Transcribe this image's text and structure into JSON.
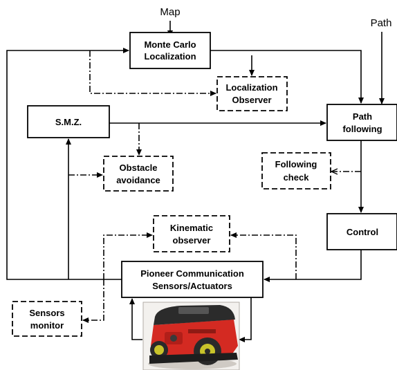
{
  "inputs": {
    "map": "Map",
    "path": "Path"
  },
  "blocks": {
    "monte_carlo": [
      "Monte Carlo",
      "Localization"
    ],
    "localization_observer": [
      "Localization",
      "Observer"
    ],
    "smz": [
      "S.M.Z."
    ],
    "path_following": [
      "Path",
      "following"
    ],
    "obstacle_avoidance": [
      "Obstacle",
      "avoidance"
    ],
    "following_check": [
      "Following",
      "check"
    ],
    "control": [
      "Control"
    ],
    "kinematic_observer": [
      "Kinematic",
      "observer"
    ],
    "pioneer": [
      "Pioneer Communication",
      "Sensors/Actuators"
    ],
    "sensors_monitor": [
      "Sensors",
      "monitor"
    ]
  },
  "colors": {
    "line": "#000000",
    "robot_body": "#d42a22",
    "robot_top": "#2b2b2b",
    "wheel": "#c9c42a"
  }
}
